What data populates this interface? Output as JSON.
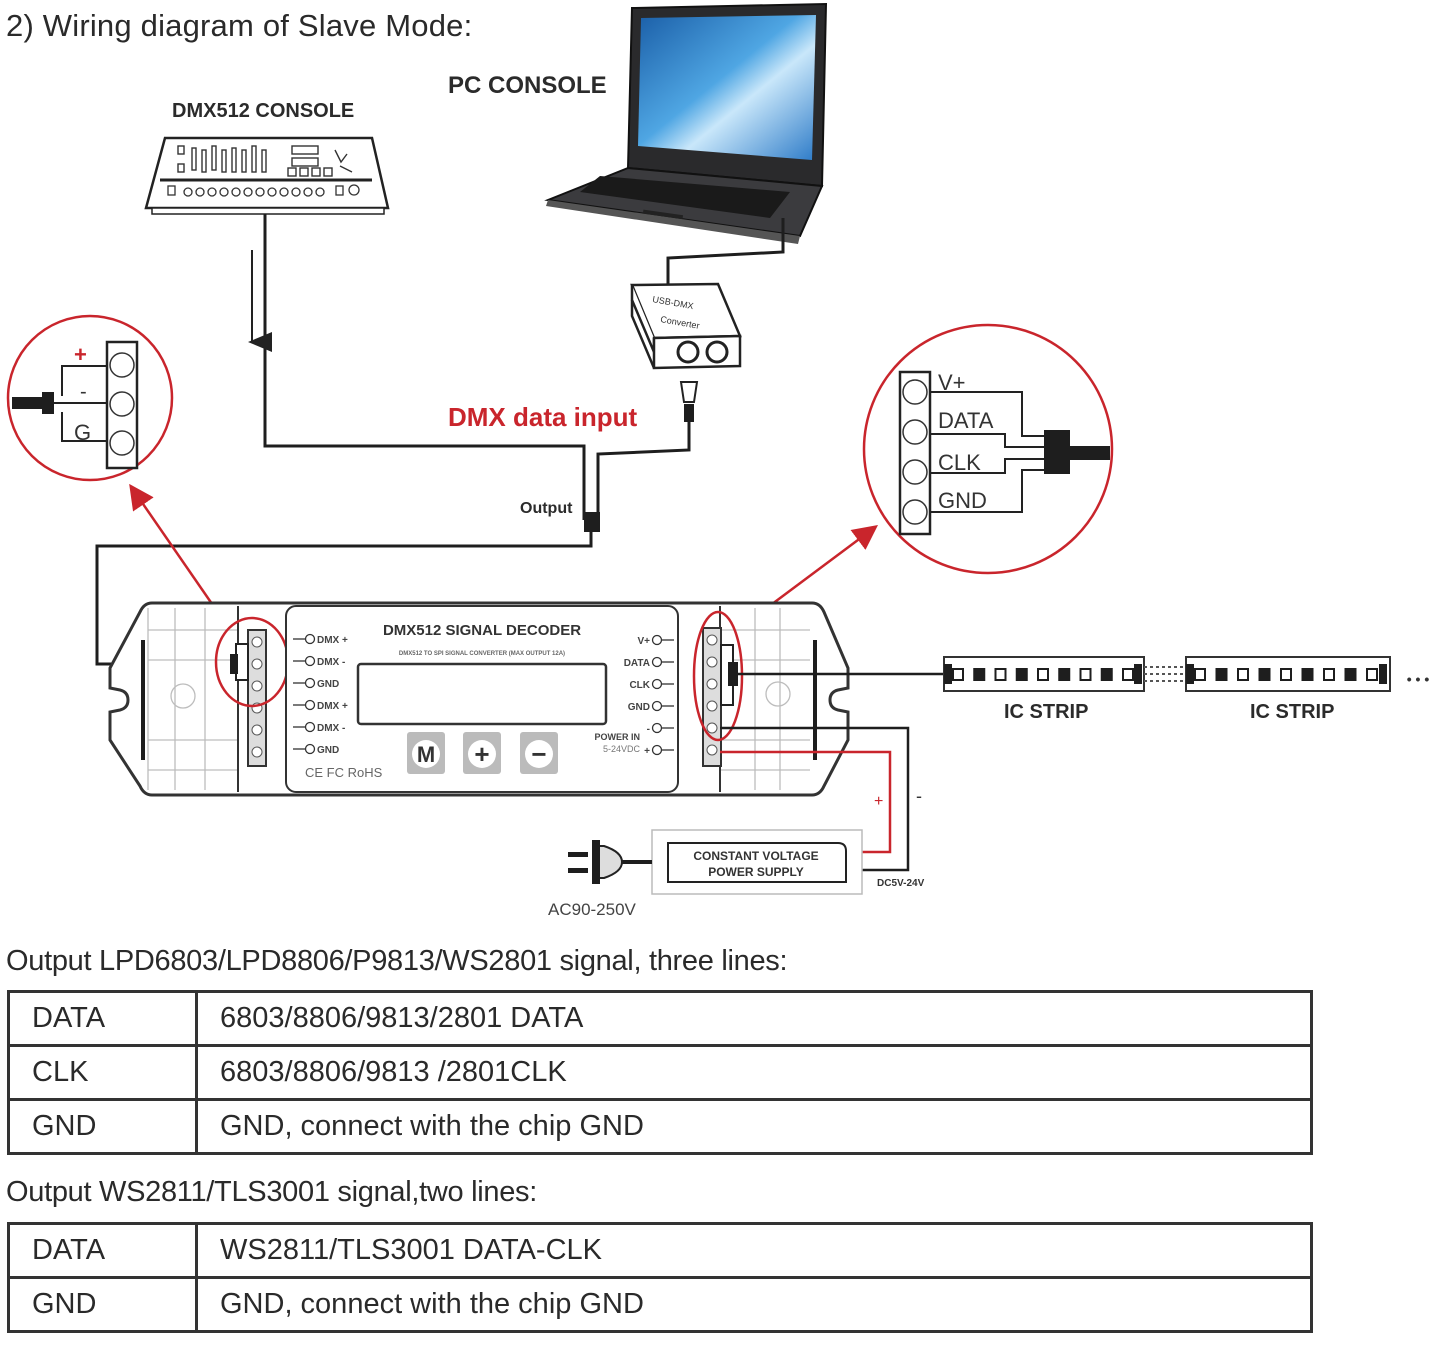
{
  "title": "2) Wiring diagram of Slave Mode:",
  "diagram": {
    "dmx_console_label": "DMX512 CONSOLE",
    "pc_console_label": "PC CONSOLE",
    "converter_label_line1": "USB-DMX",
    "converter_label_line2": "Converter",
    "dmx_data_input_label": "DMX data input",
    "output_label": "Output",
    "input_terminal": {
      "plus": "+",
      "minus": "-",
      "ground": "G"
    },
    "output_terminal": [
      "V+",
      "DATA",
      "CLK",
      "GND"
    ],
    "decoder": {
      "title": "DMX512 SIGNAL DECODER",
      "subtitle": "DMX512 TO SPI SIGNAL CONVERTER  (MAX OUTPUT 12A)",
      "left_ports": [
        "DMX +",
        "DMX -",
        "GND",
        "DMX +",
        "DMX -",
        "GND"
      ],
      "right_ports": [
        "V+",
        "DATA",
        "CLK",
        "GND",
        "-",
        "+"
      ],
      "power_in_label": "POWER IN",
      "power_in_voltage": "5-24VDC",
      "buttons": [
        "M",
        "+",
        "−"
      ],
      "certifications": "CE FC RoHS"
    },
    "strip_labels": [
      "IC STRIP",
      "IC STRIP"
    ],
    "strip_continuation": "• • •",
    "power_supply_line1": "CONSTANT VOLTAGE",
    "power_supply_line2": "POWER SUPPLY",
    "ac_input_label": "AC90-250V",
    "dc_output_label": "DC5V-24V",
    "psu_plus": "+",
    "psu_minus": "-",
    "colors": {
      "accent_red": "#c9252c",
      "line": "#1e1e1e"
    }
  },
  "tables": [
    {
      "caption": "Output LPD6803/LPD8806/P9813/WS2801 signal, three lines:",
      "rows": [
        {
          "key": "DATA",
          "value": "6803/8806/9813/2801 DATA"
        },
        {
          "key": "CLK",
          "value": "6803/8806/9813 /2801CLK"
        },
        {
          "key": "GND",
          "value": "GND, connect with the chip GND"
        }
      ]
    },
    {
      "caption": "Output WS2811/TLS3001 signal,two lines:",
      "rows": [
        {
          "key": "DATA",
          "value": "WS2811/TLS3001  DATA-CLK"
        },
        {
          "key": "GND",
          "value": "GND, connect with the chip GND"
        }
      ]
    }
  ]
}
